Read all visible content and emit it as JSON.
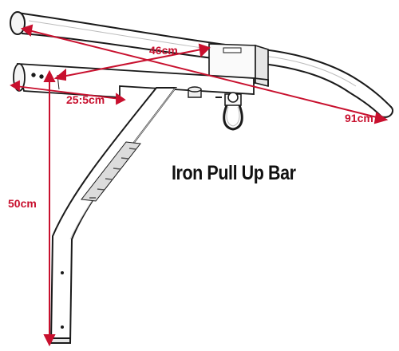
{
  "title": "Iron Pull Up Bar",
  "dimensions": {
    "top_span": "46cm",
    "depth": "25:5cm",
    "overall_width": "91cm",
    "height": "50cm"
  },
  "colors": {
    "dimension": "#c8102e",
    "outline": "#1a1a1a",
    "shading": "#e6e6e6"
  },
  "icons": [
    "bracket-hook-icon",
    "bolt-icon"
  ]
}
